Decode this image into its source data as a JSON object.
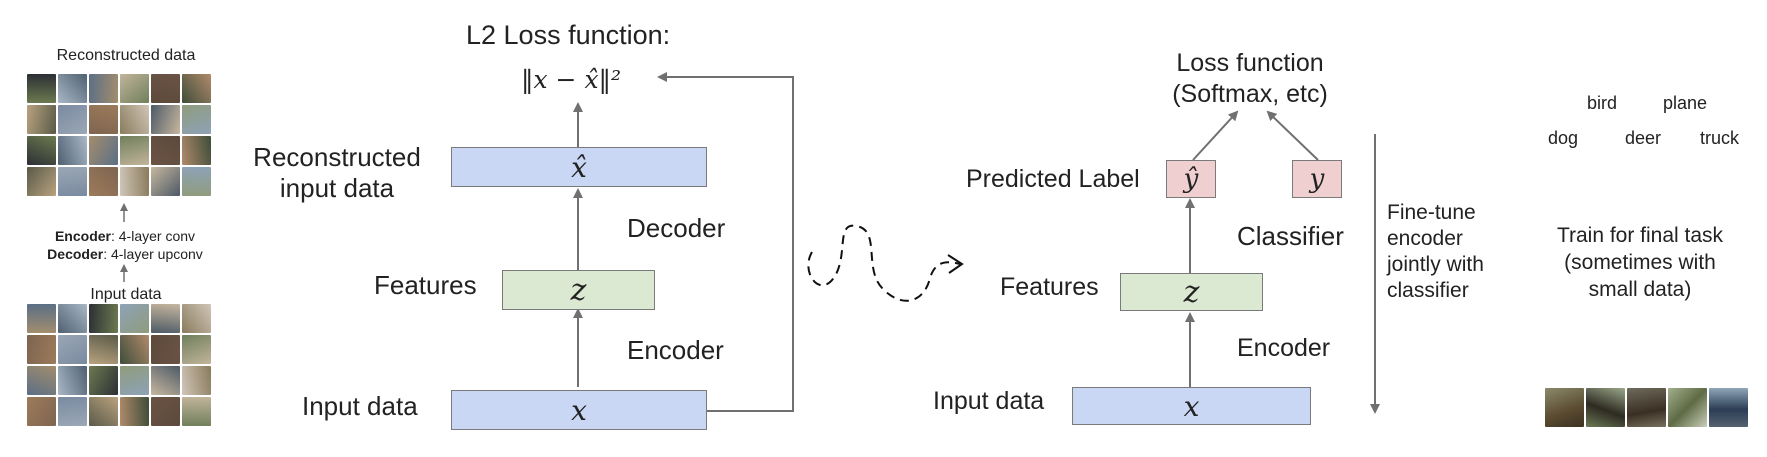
{
  "left_panel": {
    "recon_title": "Reconstructed data",
    "encoder_bold": "Encoder",
    "encoder_rest": ": 4-layer conv",
    "decoder_bold": "Decoder",
    "decoder_rest": ": 4-layer upconv",
    "input_title": "Input data"
  },
  "autoencoder": {
    "loss_title": "L2 Loss function:",
    "loss_formula": "‖x − x̂‖²",
    "recon_label_line1": "Reconstructed",
    "recon_label_line2": "input data",
    "recon_symbol": "x̂",
    "features_label": "Features",
    "z_symbol": "z",
    "decoder_label": "Decoder",
    "encoder_label": "Encoder",
    "input_label": "Input data",
    "x_symbol": "x"
  },
  "classifier": {
    "loss_line1": "Loss function",
    "loss_line2": "(Softmax, etc)",
    "predicted_label": "Predicted Label",
    "yhat_symbol": "ŷ",
    "y_symbol": "y",
    "classifier_label": "Classifier",
    "features_label": "Features",
    "z_symbol": "z",
    "encoder_label": "Encoder",
    "input_label": "Input data",
    "x_symbol": "x",
    "finetune_lines": [
      "Fine-tune",
      "encoder",
      "jointly with",
      "classifier"
    ]
  },
  "right_panel": {
    "labels_row1": [
      "bird",
      "plane"
    ],
    "labels_row2": [
      "dog",
      "deer",
      "truck"
    ],
    "train_lines": [
      "Train for final task",
      "(sometimes with",
      "small data)"
    ]
  },
  "colors": {
    "box_blue": "#c9d7f5",
    "box_green": "#dbe9d2",
    "box_pink": "#efcfd0",
    "arrow_gray": "#707070"
  }
}
